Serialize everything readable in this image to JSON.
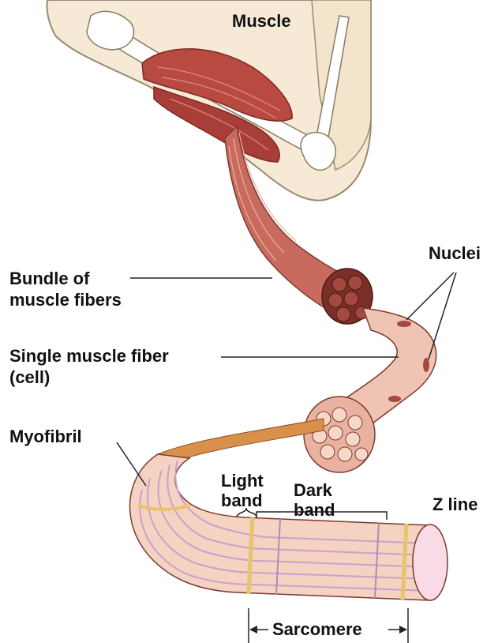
{
  "labels": {
    "muscle": "Muscle",
    "bundle_line1": "Bundle of",
    "bundle_line2": "muscle fibers",
    "nuclei": "Nuclei",
    "fiber_line1": "Single muscle fiber",
    "fiber_line2": "(cell)",
    "myofibril": "Myofibril",
    "light_line1": "Light",
    "light_line2": "band",
    "dark_line1": "Dark",
    "dark_line2": "band",
    "z_line": "Z line",
    "sarcomere": "Sarcomere"
  },
  "colors": {
    "skin": "#f6ead6",
    "skin_outline": "#9a8a70",
    "bone": "#ffffff",
    "muscle_red": "#b84a42",
    "muscle_dark": "#8e2f2a",
    "fiber_pink": "#e9b2a0",
    "fiber_light": "#f5d2c2",
    "fiber_outline": "#7a3b30",
    "myofibril_orange": "#d9904a",
    "band_yellow": "#e8c46a",
    "band_lilac": "#c9a2c8",
    "leader_line": "#222222"
  }
}
